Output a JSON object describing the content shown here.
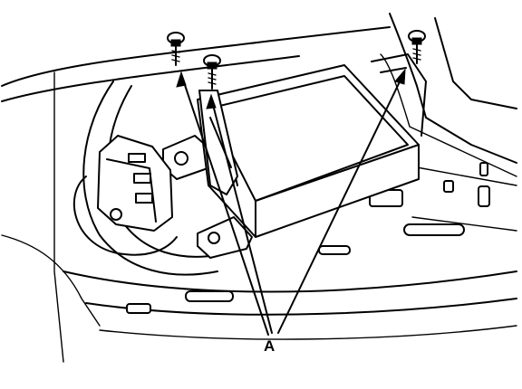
{
  "diagram": {
    "callout": {
      "label": "A"
    },
    "colors": {
      "line": "#000000",
      "background": "#ffffff"
    },
    "parts": [
      "mounting-bolt",
      "control-module",
      "connector",
      "bracket",
      "mounting-panel"
    ]
  }
}
